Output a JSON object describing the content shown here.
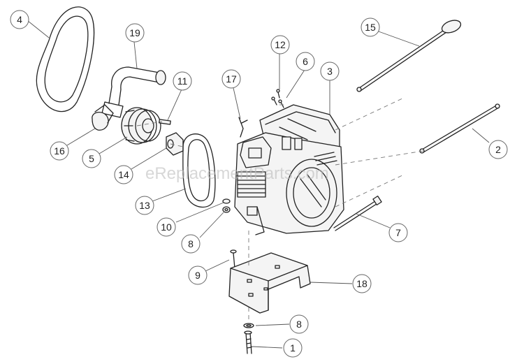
{
  "watermark": "eReplacementParts.com",
  "callouts": [
    {
      "id": "c4",
      "label": "4"
    },
    {
      "id": "c19",
      "label": "19"
    },
    {
      "id": "c11",
      "label": "11"
    },
    {
      "id": "c17",
      "label": "17"
    },
    {
      "id": "c12",
      "label": "12"
    },
    {
      "id": "c6",
      "label": "6"
    },
    {
      "id": "c3",
      "label": "3"
    },
    {
      "id": "c15",
      "label": "15"
    },
    {
      "id": "c16",
      "label": "16"
    },
    {
      "id": "c5",
      "label": "5"
    },
    {
      "id": "c14",
      "label": "14"
    },
    {
      "id": "c2",
      "label": "2"
    },
    {
      "id": "c13",
      "label": "13"
    },
    {
      "id": "c10",
      "label": "10"
    },
    {
      "id": "c8a",
      "label": "8"
    },
    {
      "id": "c7",
      "label": "7"
    },
    {
      "id": "c9",
      "label": "9"
    },
    {
      "id": "c18",
      "label": "18"
    },
    {
      "id": "c8b",
      "label": "8"
    },
    {
      "id": "c1",
      "label": "1"
    }
  ]
}
